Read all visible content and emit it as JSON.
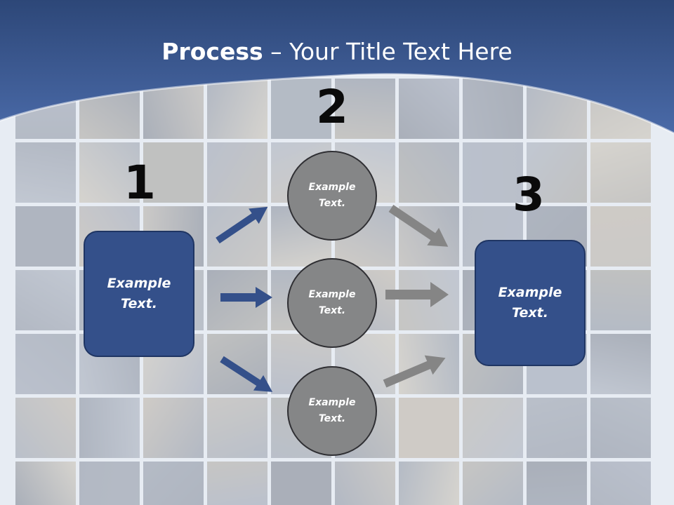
{
  "slide": {
    "title_bold": "Process",
    "title_rest": " – Your Title Text Here"
  },
  "steps": {
    "one": {
      "number": "1",
      "text_line1": "Example",
      "text_line2": "Text."
    },
    "two": {
      "number": "2"
    },
    "three": {
      "number": "3",
      "text_line1": "Example",
      "text_line2": "Text."
    }
  },
  "circles": [
    {
      "line1": "Example",
      "line2": "Text."
    },
    {
      "line1": "Example",
      "line2": "Text."
    },
    {
      "line1": "Example",
      "line2": "Text."
    }
  ],
  "colors": {
    "header_blue": "#3c5a94",
    "box_fill": "#34508a",
    "circle_fill": "#858687",
    "arrow_blue": "#34508a",
    "arrow_gray": "#808080"
  }
}
